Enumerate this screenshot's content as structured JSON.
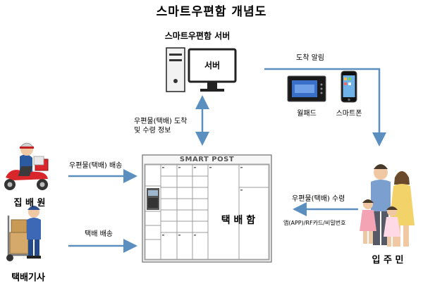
{
  "title": "스마트우편함 개념도",
  "server": {
    "label": "스마트우편함 서버",
    "monitor_text": "서버"
  },
  "devices": {
    "arrival_notice": "도착 알림",
    "wallpad": "월패드",
    "smartphone": "스마트폰"
  },
  "sync_text": {
    "line1": "우편물(택배) 도착",
    "line2": "및 수령 정보"
  },
  "actors": {
    "postman": "집 배 원",
    "courier": "택배기사",
    "resident": "입 주 민"
  },
  "flows": {
    "postman_flow": "우편물(택배) 배송",
    "courier_flow": "택배 배송",
    "resident_flow": "우편물(택배) 수령",
    "access_methods": "앱(APP)/RF카드/비밀번호"
  },
  "locker": {
    "brand": "SMART POST",
    "name": "택 배 함"
  },
  "colors": {
    "arrow": "#5b8fc0",
    "locker_border": "#888888",
    "locker_fill": "#f7f7f7"
  }
}
